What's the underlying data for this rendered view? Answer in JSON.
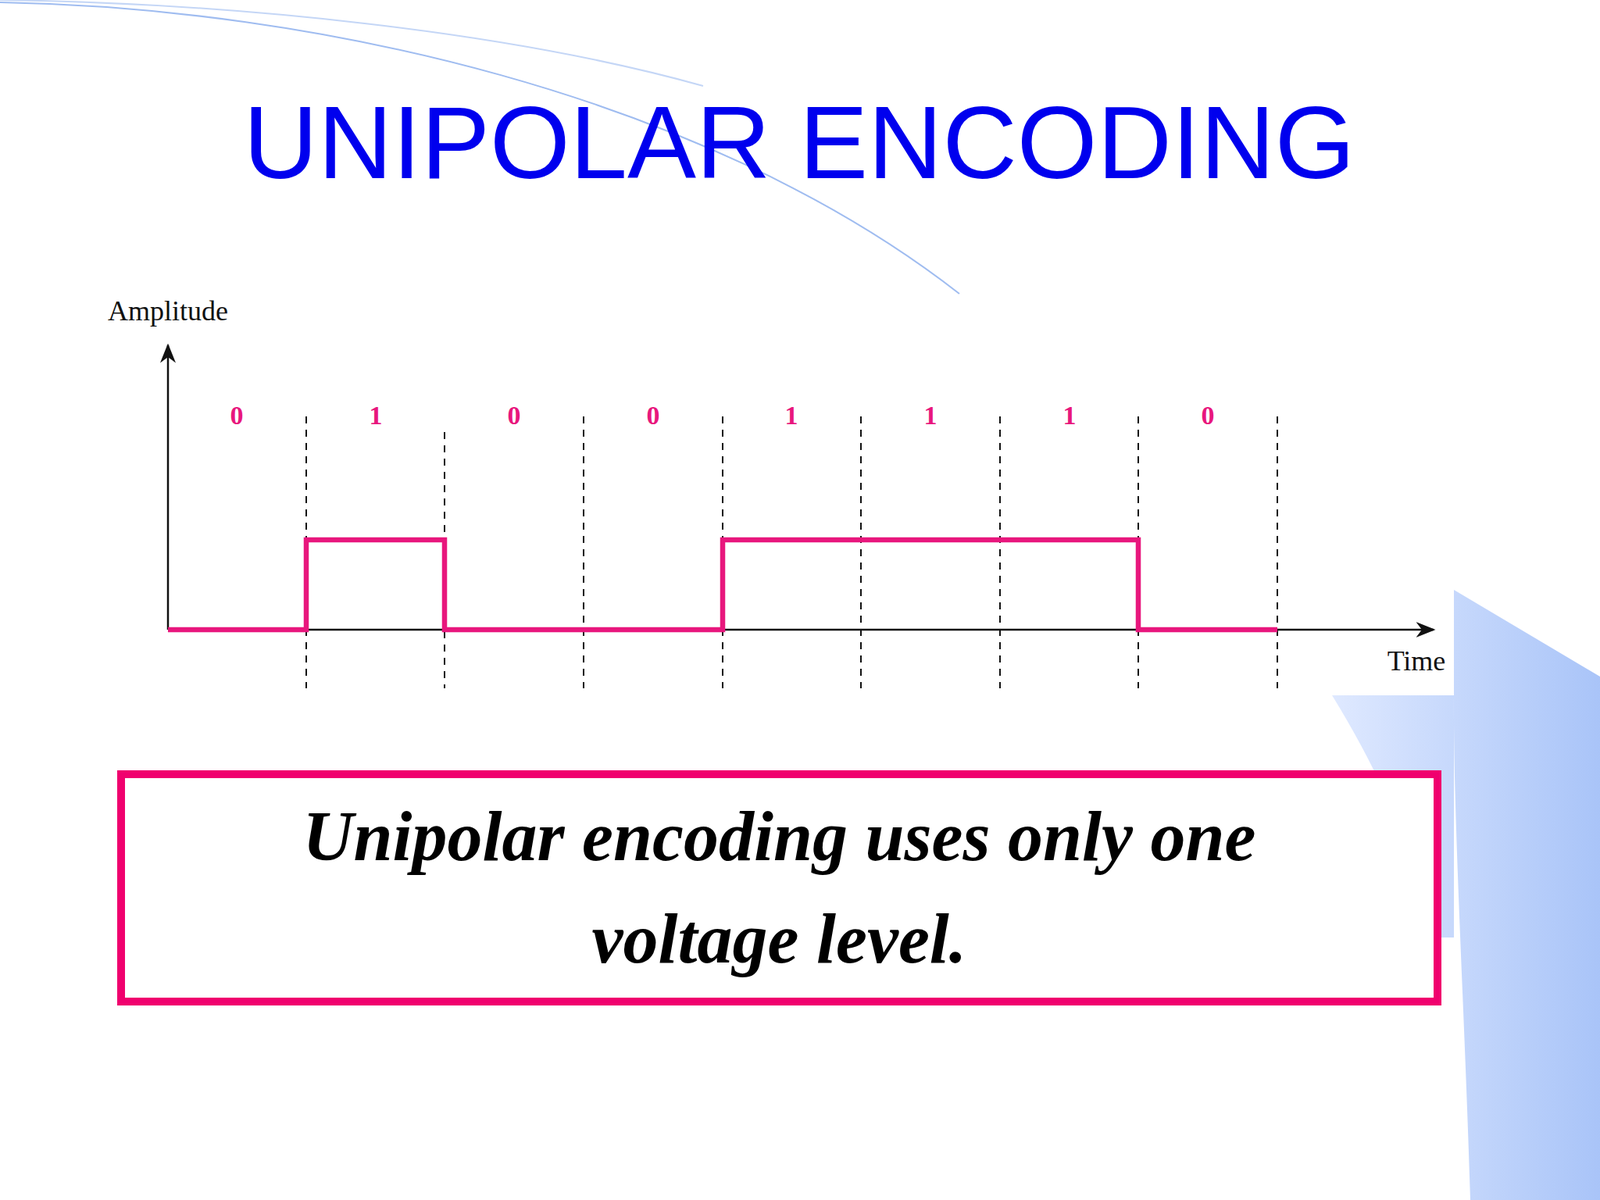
{
  "diagram": {
    "title": "UNIPOLAR ENCODING",
    "nodes": [
      {
        "text": [
          "Unipolar encoding uses only one voltage level."
        ]
      }
    ],
    "labels": [
      "Amplitude",
      "0",
      "1",
      "0",
      "0",
      "1",
      "1",
      "1",
      "0",
      "Time"
    ]
  }
}
